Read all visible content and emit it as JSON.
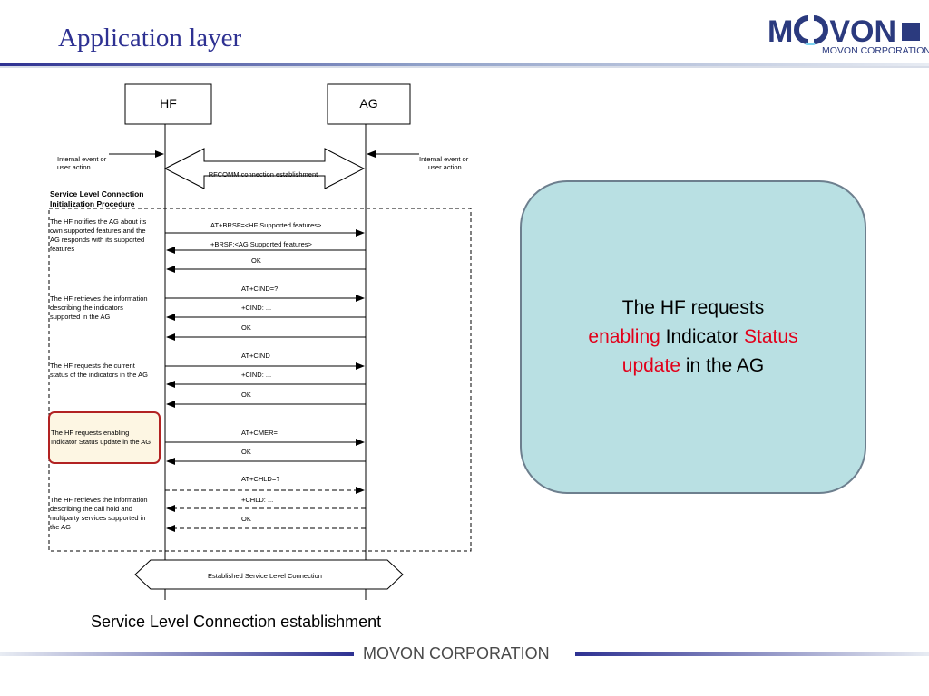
{
  "header": {
    "title": "Application layer",
    "logo_word_left": "M",
    "logo_word_right": "VON",
    "logo_sub": "MOVON CORPORATION"
  },
  "diagram": {
    "entity_hf": "HF",
    "entity_ag": "AG",
    "left_event": [
      "Internal event or",
      "user action"
    ],
    "right_event": [
      "Internal event or",
      "user action"
    ],
    "rfcomm": "RFCOMM connection establishment",
    "procedure_title": [
      "Service Level Connection",
      "Initialization Procedure"
    ],
    "notes": {
      "features": [
        "The HF notifies the AG about its",
        "own supported features and the",
        "AG responds with its supported",
        "features"
      ],
      "indicators": [
        "The HF retrieves the information",
        "describing the indicators",
        "supported in the AG"
      ],
      "status": [
        "The HF requests the current",
        "status of the indicators in the AG"
      ],
      "enable": [
        "The HF requests enabling",
        "Indicator Status update in the AG"
      ],
      "callhold": [
        "The HF retrieves the information",
        "describing the call hold and",
        "multiparty services supported in",
        "the AG"
      ]
    },
    "messages": {
      "brsf": "AT+BRSF=<HF Supported features>",
      "brsf_resp": "+BRSF:<AG Supported features>",
      "ok1": "OK",
      "cind_test": "AT+CIND=?",
      "cind_test_resp": "+CIND: ...",
      "ok2": "OK",
      "cind_read": "AT+CIND",
      "cind_read_resp": "+CIND: ...",
      "ok3": "OK",
      "cmer": "AT+CMER=",
      "ok4": "OK",
      "chld_test": "AT+CHLD=?",
      "chld_resp": "+CHLD: ...",
      "ok5": "OK"
    },
    "established": "Established Service Level Connection"
  },
  "caption": "Service Level Connection establishment",
  "callout": {
    "line1": "The HF requests",
    "red1": "enabling",
    "mid1": " Indicator ",
    "red2": "Status",
    "red3": "update",
    "tail": " in the AG"
  },
  "footer": {
    "text": "MOVON CORPORATION"
  },
  "colors": {
    "title": "#2e3192",
    "accent_red": "#e2001a",
    "callout_fill": "#b9e0e3",
    "callout_border": "#6d7f8e",
    "highlight_border": "#b22222",
    "highlight_fill": "#fdf6e3"
  }
}
